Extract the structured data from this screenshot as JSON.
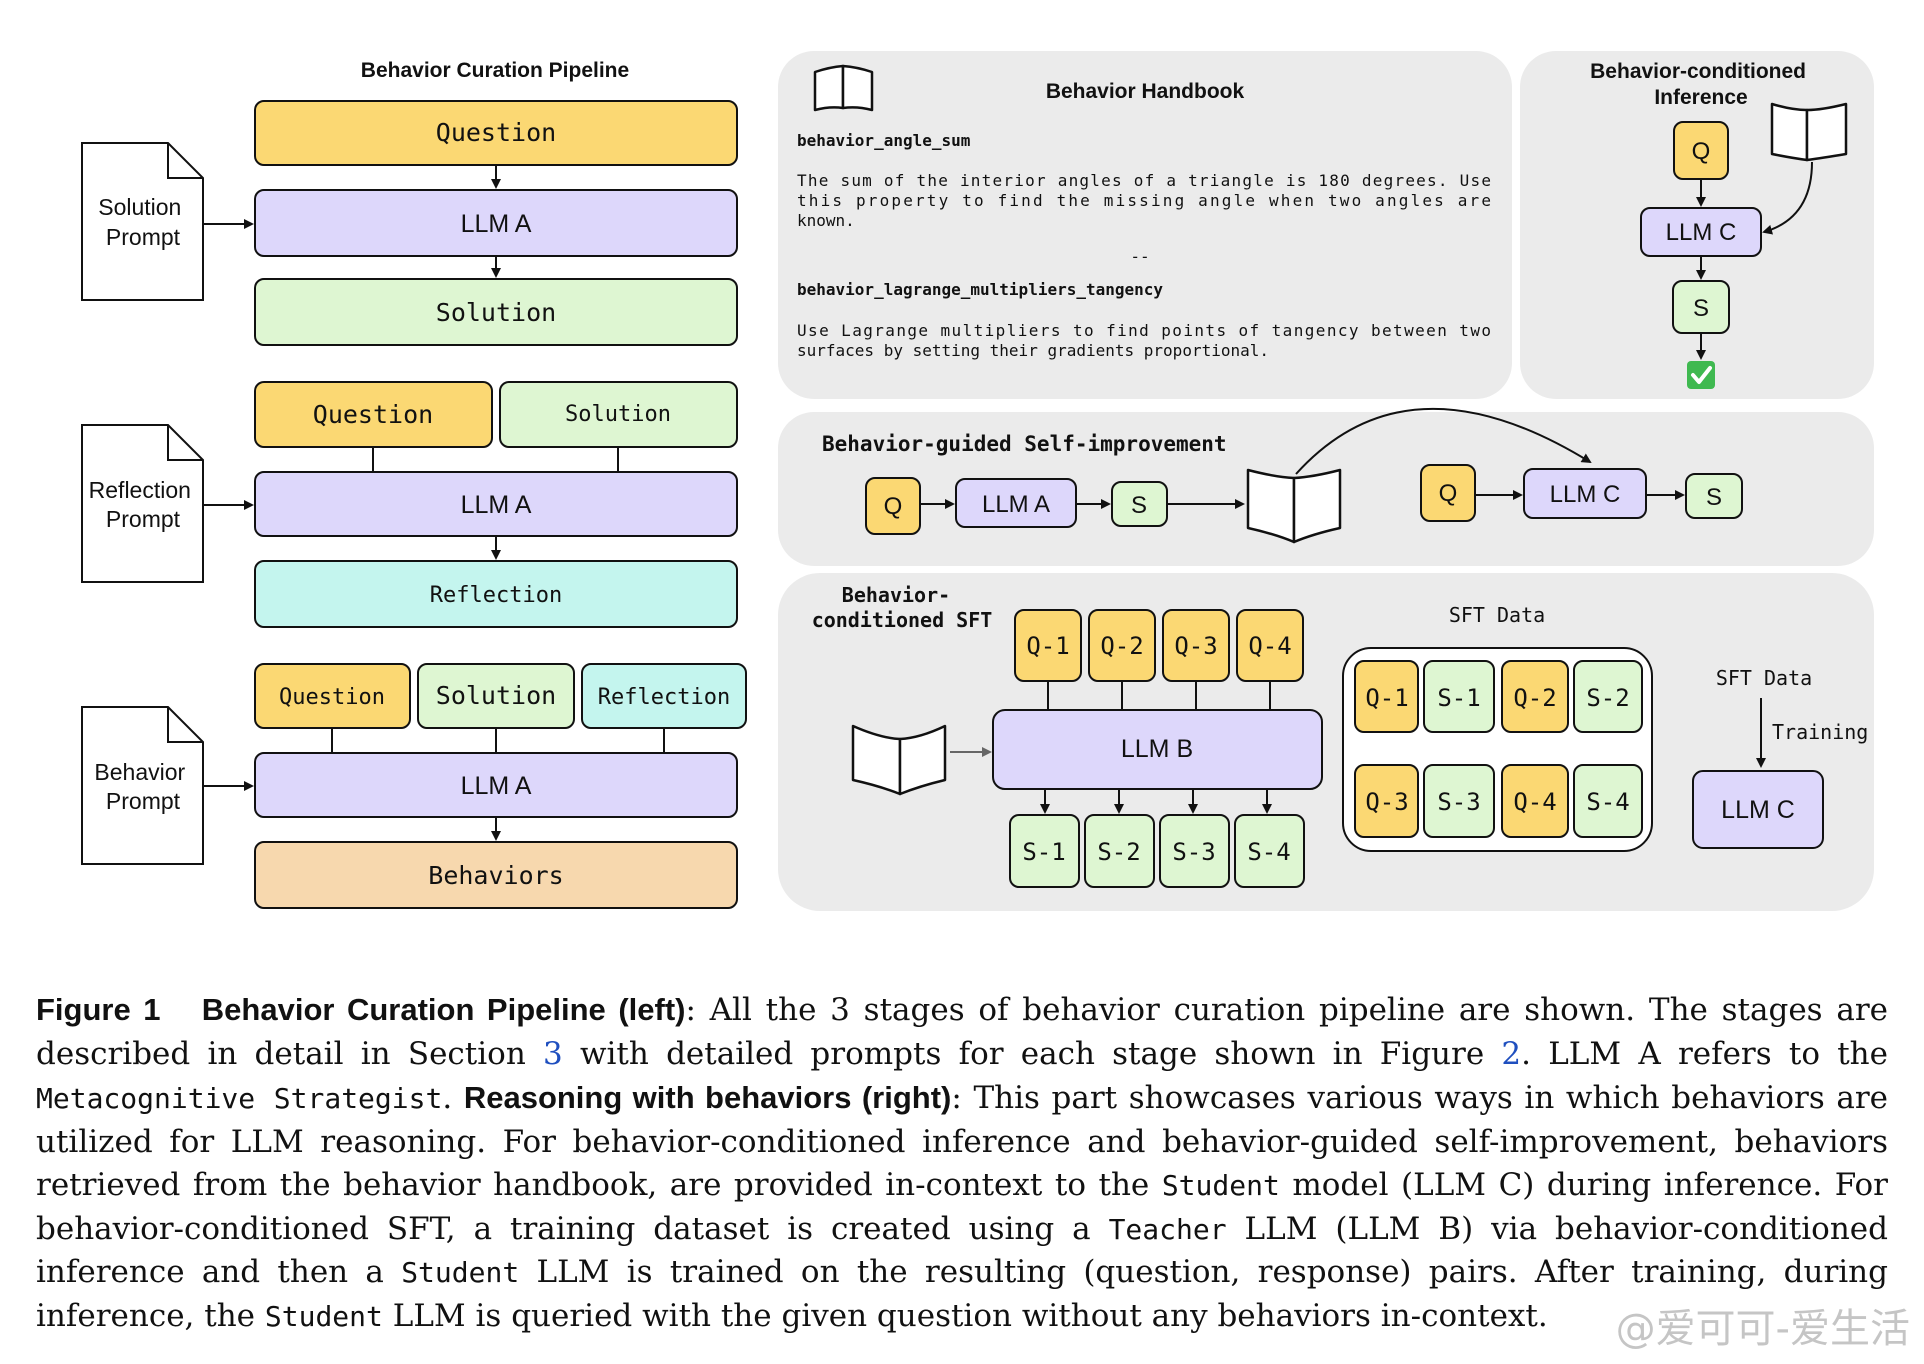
{
  "colors": {
    "question": "#fbd873",
    "llm": "#ddd7fb",
    "solution": "#def6d2",
    "reflection": "#c4f5ee",
    "behaviors": "#f7d8ae",
    "panel": "#ebebeb",
    "ref_link": "#1f4fbf"
  },
  "pipeline": {
    "title": "Behavior Curation Pipeline",
    "stage1": {
      "prompt": [
        "Solution",
        "Prompt"
      ],
      "question": "Question",
      "llm": "LLM A",
      "output": "Solution"
    },
    "stage2": {
      "prompt": [
        "Reflection",
        "Prompt"
      ],
      "question": "Question",
      "solution": "Solution",
      "llm": "LLM A",
      "output": "Reflection"
    },
    "stage3": {
      "prompt": [
        "Behavior",
        "Prompt"
      ],
      "question": "Question",
      "solution": "Solution",
      "reflection": "Reflection",
      "llm": "LLM A",
      "output": "Behaviors"
    }
  },
  "handbook": {
    "title": "Behavior Handbook",
    "entries": [
      {
        "name": "behavior_angle_sum",
        "lines": [
          "The sum of the interior angles of a triangle is 180 degrees. Use",
          "this property to find the missing angle when two angles are",
          "known."
        ]
      },
      {
        "name": "behavior_lagrange_multipliers_tangency",
        "lines": [
          "Use Lagrange multipliers to find points of tangency between two",
          "surfaces by setting their gradients proportional."
        ]
      }
    ],
    "separator": "--"
  },
  "conditioned_inference": {
    "title": [
      "Behavior-conditioned",
      "Inference"
    ],
    "q": "Q",
    "llm": "LLM C",
    "s": "S",
    "result_icon": "check-mark-icon"
  },
  "self_improvement": {
    "title": "Behavior-guided Self-improvement",
    "left": {
      "q": "Q",
      "llm": "LLM A",
      "s": "S"
    },
    "right": {
      "q": "Q",
      "llm": "LLM C",
      "s": "S"
    }
  },
  "sft": {
    "title": [
      "Behavior-",
      "conditioned SFT"
    ],
    "questions": [
      "Q-1",
      "Q-2",
      "Q-3",
      "Q-4"
    ],
    "llm": "LLM B",
    "solutions": [
      "S-1",
      "S-2",
      "S-3",
      "S-4"
    ],
    "data_title": "SFT Data",
    "pairs_row1": [
      "Q-1",
      "S-1",
      "Q-2",
      "S-2"
    ],
    "pairs_row2": [
      "Q-3",
      "S-3",
      "Q-4",
      "S-4"
    ],
    "training": {
      "data_label": "SFT Data",
      "arrow_label": "Training",
      "model": "LLM C"
    }
  },
  "caption": {
    "fig_label": "Figure 1",
    "left_heading": "Behavior Curation Pipeline (left)",
    "t1": ": All the 3 stages of behavior curation pipeline are shown. The stages are described in detail in Section ",
    "ref_section": "3",
    "t2": " with detailed prompts for each stage shown in Figure ",
    "ref_figure": "2",
    "t3": ". LLM A refers to the ",
    "mono1": "Metacognitive Strategist",
    "t4": ". ",
    "right_heading": "Reasoning with behaviors (right)",
    "t5": ": This part showcases various ways in which behaviors are utilized for LLM reasoning. For behavior-conditioned inference and behavior-guided self-improvement, behaviors retrieved from the behavior handbook, are provided in-context to the ",
    "mono2": "Student",
    "t6": " model (LLM C) during inference. For behavior-conditioned SFT, a training dataset is created using a ",
    "mono3": "Teacher",
    "t7": " LLM (LLM B) via behavior-conditioned inference and then a ",
    "mono4": "Student",
    "t8": " LLM is trained on the resulting (question, response) pairs. After training, during inference, the ",
    "mono5": "Student",
    "t9": " LLM is queried with the given question without any behaviors in-context."
  },
  "watermark": "@爱可可-爱生活"
}
